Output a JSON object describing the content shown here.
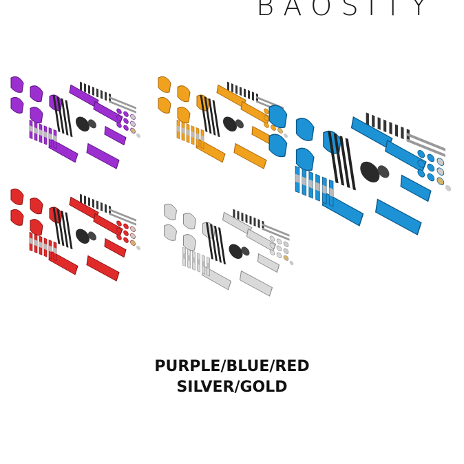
{
  "brand": "BAOSITY",
  "caption": {
    "line1": "PURPLE/BLUE/RED",
    "line2": "SILVER/GOLD"
  },
  "kits": [
    {
      "name": "purple",
      "color": "#9b2fd0",
      "dark": "#5c1580"
    },
    {
      "name": "gold",
      "color": "#f0a21e",
      "dark": "#a8650a"
    },
    {
      "name": "blue",
      "color": "#1d93d6",
      "dark": "#0b5a8c"
    },
    {
      "name": "red",
      "color": "#e02b2b",
      "dark": "#8c1010"
    },
    {
      "name": "silver",
      "color": "#d9d9d9",
      "dark": "#8a8a8a"
    }
  ]
}
